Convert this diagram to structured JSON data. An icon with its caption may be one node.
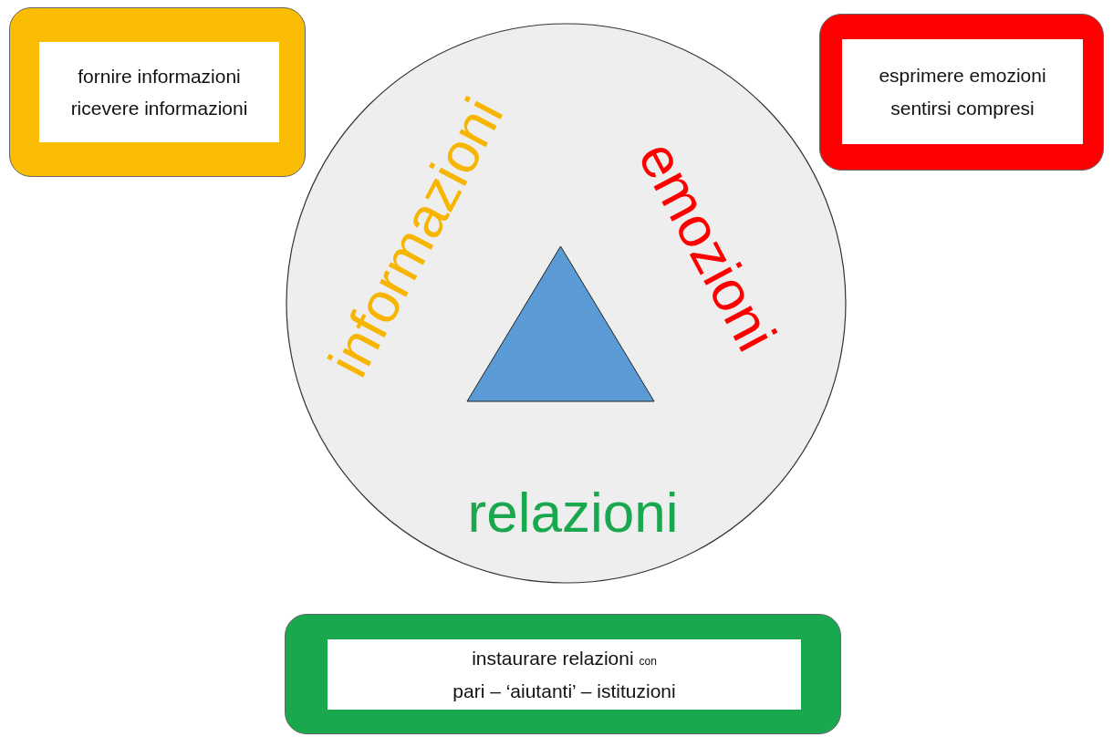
{
  "diagram": {
    "nodes": [
      {
        "text": [
          "fornire informazioni",
          "ricevere informazioni"
        ]
      },
      {
        "text": [
          "esprimere emozioni",
          "sentirsi compresi"
        ]
      },
      {
        "text": [
          "informazioni",
          "emozioni",
          "relazioni"
        ]
      },
      {
        "text": [],
        "shape": "triangle",
        "in": 2
      },
      {
        "text": [
          "instaurare relazioni $_{con}$",
          "pari – ‘aiutanti’ – istituzioni"
        ]
      }
    ]
  }
}
